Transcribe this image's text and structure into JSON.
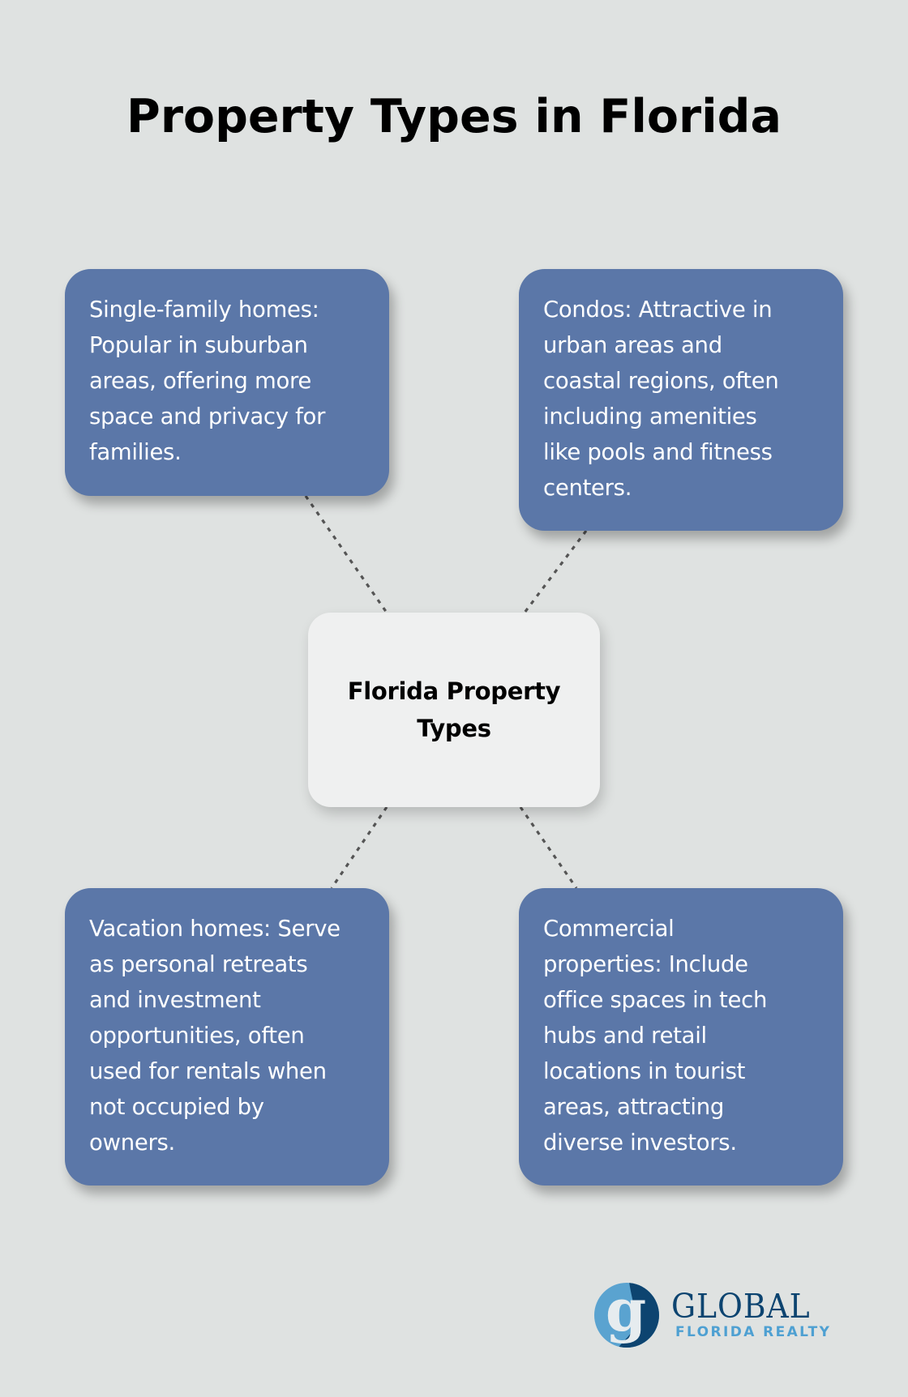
{
  "header": {
    "title": "Property Types in Florida"
  },
  "center": {
    "label": "Florida Property\nTypes"
  },
  "cards": [
    {
      "id": "single-family",
      "text": "Single-family homes:\nPopular in suburban\nareas, offering more\nspace and privacy for\nfamilies."
    },
    {
      "id": "condos",
      "text": "Condos: Attractive in\nurban areas and\ncoastal regions, often\nincluding amenities\nlike pools and fitness\ncenters."
    },
    {
      "id": "vacation",
      "text": "Vacation homes: Serve\nas personal retreats\nand investment\nopportunities, often\nused for rentals when\nnot occupied by\nowners."
    },
    {
      "id": "commercial",
      "text": "Commercial\nproperties: Include\noffice spaces in tech\nhubs and retail\nlocations in tourist\nareas, attracting\ndiverse investors."
    }
  ],
  "logo": {
    "mark_letter": "g",
    "name": "GLOBAL",
    "tagline": "FLORIDA REALTY",
    "icon": "globe-g-icon"
  },
  "colors": {
    "background": "#dfe2e1",
    "card": "#5b77a8",
    "center_card": "#eff0f0",
    "connector": "#555555",
    "logo_navy": "#0d4470",
    "logo_light_blue": "#4ea0d2"
  }
}
